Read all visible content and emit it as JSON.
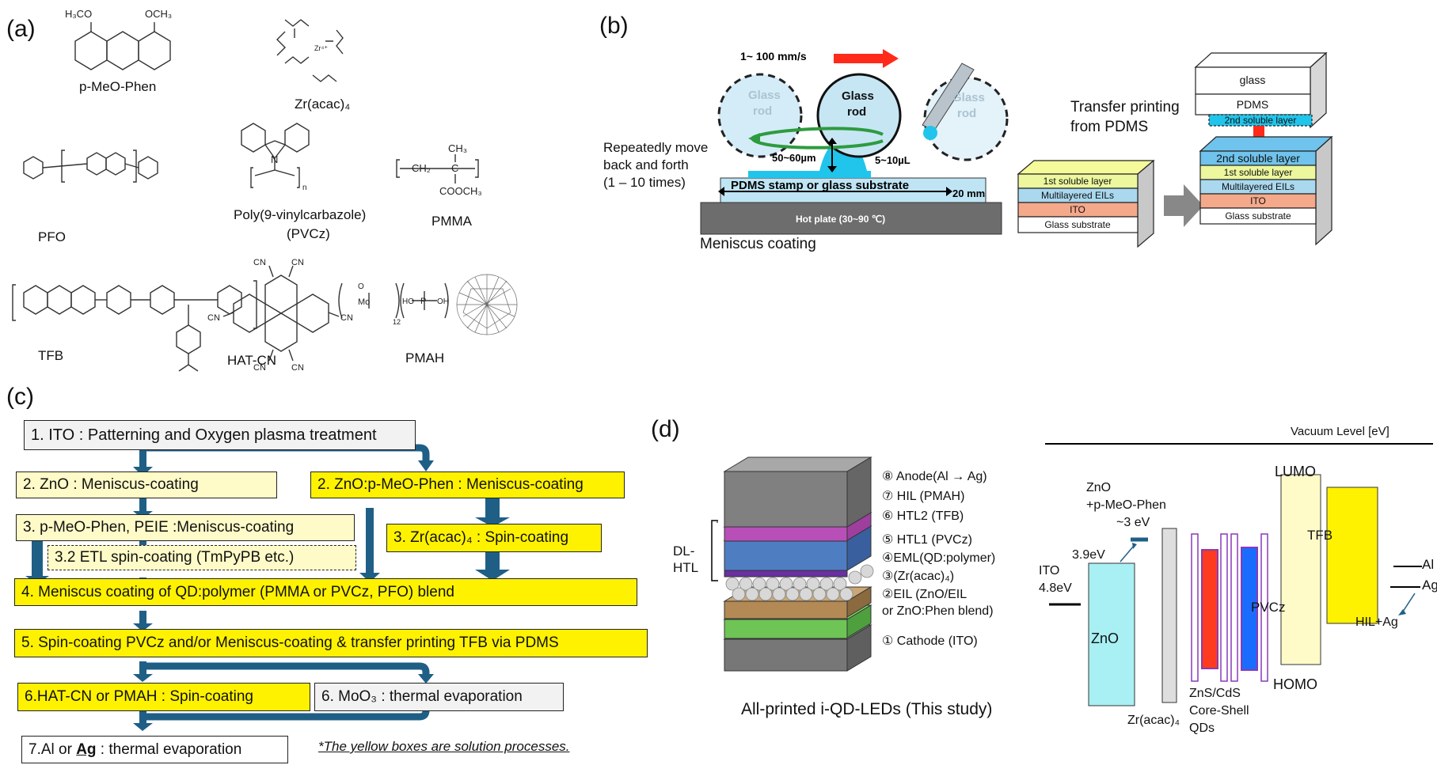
{
  "panels": {
    "a": "(a)",
    "b": "(b)",
    "c": "(c)",
    "d": "(d)"
  },
  "panel_a": {
    "molecules": [
      "p-MeO-Phen",
      "Zr(acac)₄",
      "PFO",
      "Poly(9-vinylcarbazole)",
      "(PVCz)",
      "PMMA",
      "TFB",
      "HAT-CN",
      "PMAH"
    ],
    "atoms": {
      "h3co": "H₃CO",
      "och3": "OCH₃",
      "ch3": "CH₃",
      "cooch3": "COOCH₃",
      "ch2": "CH₂",
      "c": "C",
      "n": "N",
      "cn": "CN",
      "mo": "Mo",
      "p": "P",
      "oh": "OH",
      "ho": "HO",
      "o": "O",
      "zr": "Zr⁴⁺",
      "n_sub": "n",
      "twelve": "12"
    }
  },
  "panel_b": {
    "speed": "1~ 100 mm/s",
    "glass_rod": "Glass",
    "glass_rod2": "rod",
    "repeat1": "Repeatedly move",
    "repeat2": "back and forth",
    "repeat3": "(1 – 10 times)",
    "gap": "50~60µm",
    "volume": "5~10µL",
    "substrate": "PDMS stamp or glass substrate",
    "width": "20 mm",
    "hotplate": "Hot plate (30~90 ℃)",
    "meniscus": "Meniscus coating",
    "transfer1": "Transfer printing",
    "transfer2": "from PDMS",
    "left_stack": [
      "1st  soluble layer",
      "Multilayered EILs",
      "ITO",
      "Glass substrate"
    ],
    "top_stack": [
      "glass",
      "PDMS",
      "2nd soluble layer"
    ],
    "right_stack": [
      "2nd soluble layer",
      "1st soluble layer",
      "Multilayered EILs",
      "ITO",
      "Glass substrate"
    ]
  },
  "panel_c": {
    "step1": "1. ITO : Patterning and Oxygen plasma treatment",
    "step2a": "2. ZnO : Meniscus-coating",
    "step2b": "2. ZnO:p-MeO-Phen : Meniscus-coating",
    "step3a": "3. p-MeO-Phen, PEIE :Meniscus-coating",
    "step3b": "3. Zr(acac)₄ : Spin-coating",
    "step32": "3.2 ETL spin-coating (TmPyPB etc.)",
    "step4": "4. Meniscus coating of QD:polymer (PMMA or PVCz, PFO) blend",
    "step5": "5. Spin-coating PVCz and/or Meniscus-coating & transfer printing TFB via PDMS",
    "step6a": "6.HAT-CN or PMAH : Spin-coating",
    "step6b": "6. MoO₃ : thermal evaporation",
    "step7_pre": "7.Al or ",
    "step7_ag": "Ag",
    "step7_post": " : thermal evaporation",
    "note": "*The yellow boxes are solution processes."
  },
  "panel_d": {
    "layers": [
      "⑧ Anode(Al → Ag)",
      "⑦ HIL (PMAH)",
      "⑥ HTL2 (TFB)",
      "⑤ HTL1 (PVCz)",
      "④EML(QD:polymer)",
      "③(Zr(acac)₄)",
      "②EIL (ZnO/EIL",
      "or ZnO:Phen blend)",
      "① Cathode (ITO)"
    ],
    "dl1": "DL-",
    "dl2": "HTL",
    "caption": "All-printed  i-QD-LEDs (This study)",
    "vacuum": "Vacuum Level [eV]",
    "zno_label1": "ZnO",
    "zno_label2": "+p-MeO-Phen",
    "e3": "~3 eV",
    "e39": "3.9eV",
    "ito1": "ITO",
    "ito2": "4.8eV",
    "zno": "ZnO",
    "zracac": "Zr(acac)₄",
    "qd1": "ZnS/CdS",
    "qd2": "Core-Shell",
    "qd3": "QDs",
    "lumo": "LUMO",
    "homo": "HOMO",
    "pvcz": "PVCz",
    "tfb": "TFB",
    "al": "Al",
    "ag": "Ag",
    "hilag": "HIL+Ag"
  },
  "colors": {
    "yellow": "#fff200",
    "pale_yellow": "#fffbc8",
    "arrow_blue": "#1f5f86",
    "zno_cyan": "#a8f0f4",
    "red": "#ff3b1f",
    "blue_qd": "#1a6cff"
  }
}
